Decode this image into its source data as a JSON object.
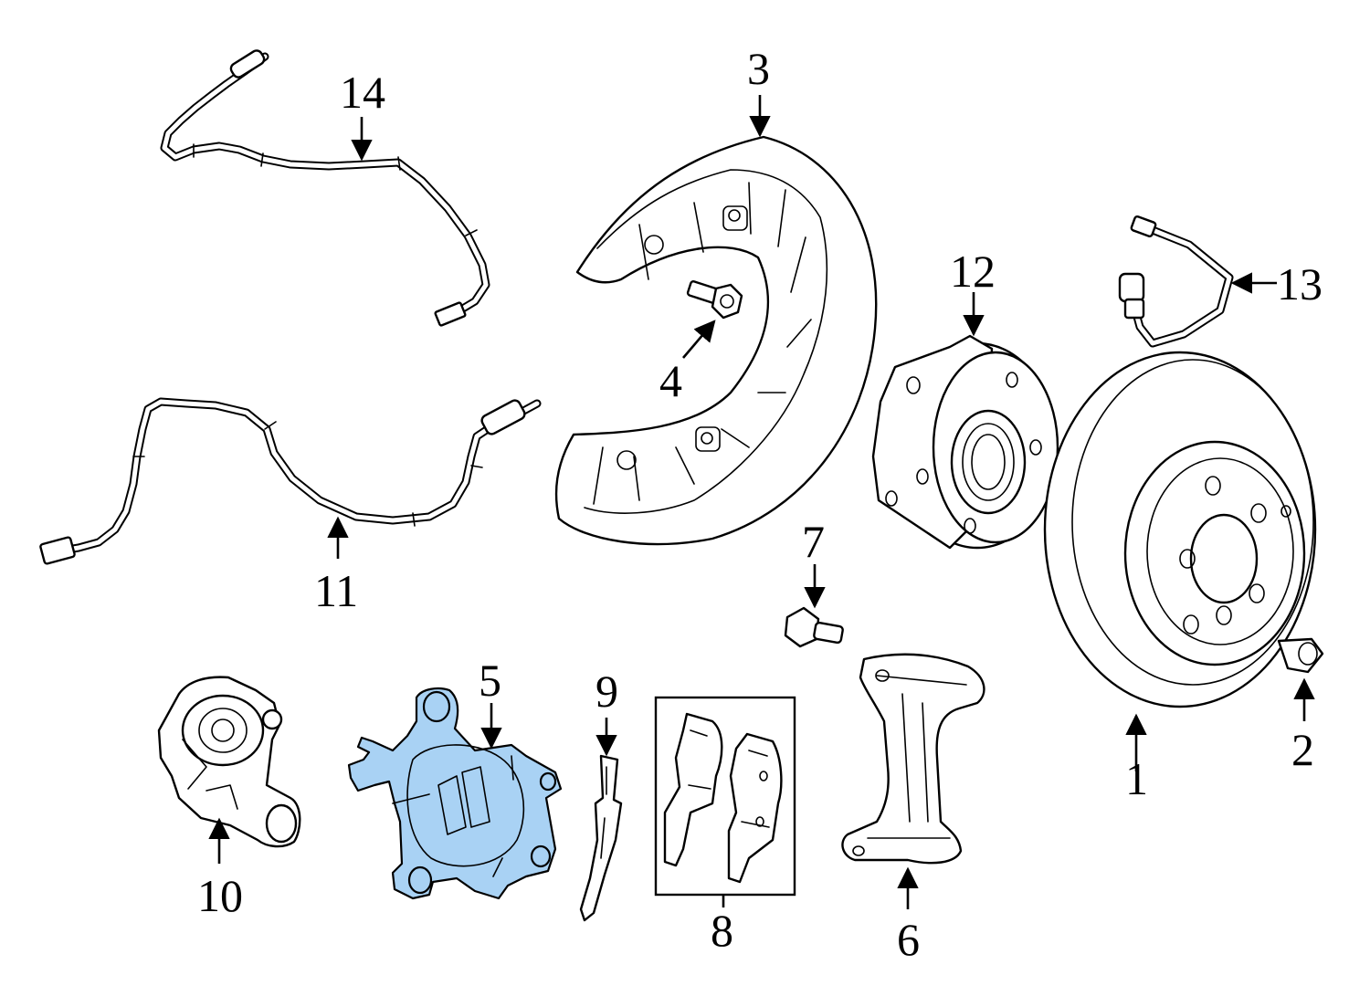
{
  "highlight_color": "#a9d2f4",
  "callouts": {
    "c1": "1",
    "c2": "2",
    "c3": "3",
    "c4": "4",
    "c5": "5",
    "c6": "6",
    "c7": "7",
    "c8": "8",
    "c9": "9",
    "c10": "10",
    "c11": "11",
    "c12": "12",
    "c13": "13",
    "c14": "14"
  }
}
